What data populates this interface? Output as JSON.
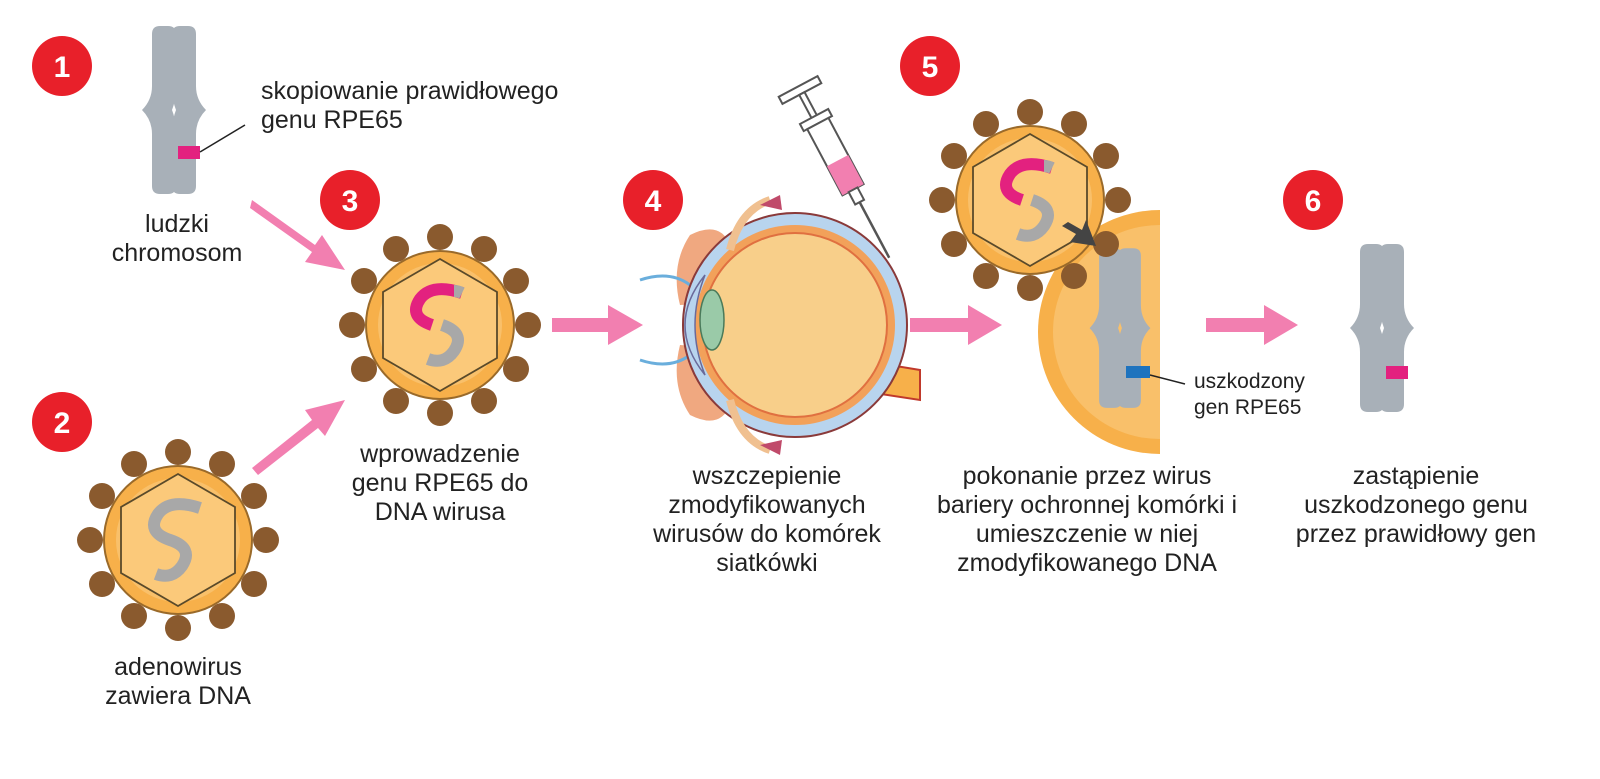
{
  "steps": [
    {
      "number": "1",
      "label": "skopiowanie prawidłowego genu RPE65",
      "sublabel": "ludzki chromosom"
    },
    {
      "number": "2",
      "label": "adenowirus zawiera DNA"
    },
    {
      "number": "3",
      "label": "wprowadzenie genu RPE65 do DNA wirusa"
    },
    {
      "number": "4",
      "label": "wszczepienie zmodyfikowanych wirusów do komórek siatkówki"
    },
    {
      "number": "5",
      "label": "pokonanie przez wirus bariery ochronnej komórki i umieszczenie w niej zmodyfikowanego DNA",
      "callout": "uszkodzony gen RPE65"
    },
    {
      "number": "6",
      "label": "zastąpienie uszkodzonego genu przez prawidłowy gen"
    }
  ],
  "colors": {
    "badge": "#e8202a",
    "chromosome": "#a8b0b8",
    "healthy_gene": "#e3217f",
    "damaged_gene": "#1e73be",
    "virus_body": "#f7b04a",
    "virus_knob": "#8a5a2e",
    "arrow": "#f27fb0"
  }
}
